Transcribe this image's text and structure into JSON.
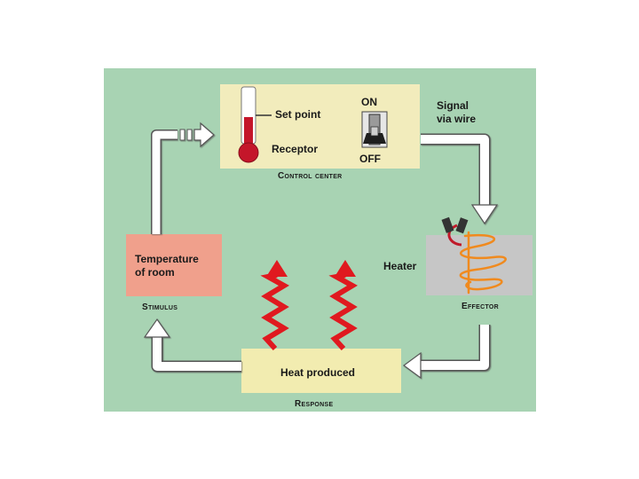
{
  "control_center": {
    "set_point": "Set point",
    "receptor": "Receptor",
    "switch_on": "ON",
    "switch_off": "OFF",
    "caption": "Control center"
  },
  "signal": {
    "line1": "Signal",
    "line2": "via wire"
  },
  "effector": {
    "heater": "Heater",
    "caption": "Effector"
  },
  "stimulus": {
    "line1": "Temperature",
    "line2": "of room",
    "caption": "Stimulus"
  },
  "response": {
    "label": "Heat produced",
    "caption": "Response"
  },
  "colors": {
    "background": "#a8d3b3",
    "control_box": "#f2ecbc",
    "stimulus_box": "#f0a08c",
    "effector_box": "#c6c6c6",
    "response_box": "#f2ecb0",
    "heat_arrows": "#e0191f",
    "coil": "#f08a1e",
    "thermometer_fluid": "#c4162a"
  }
}
